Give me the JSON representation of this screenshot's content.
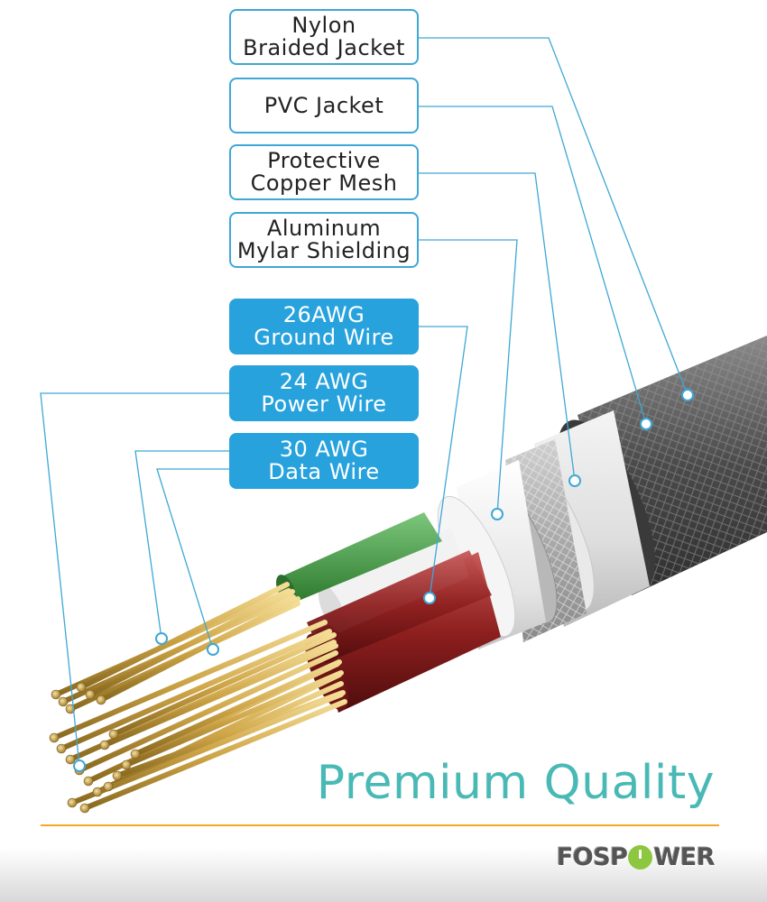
{
  "labels": {
    "nylon": [
      "Nylon",
      "Braided Jacket"
    ],
    "pvc": [
      "PVC Jacket"
    ],
    "copper_mesh": [
      "Protective",
      "Copper Mesh"
    ],
    "mylar": [
      "Aluminum",
      "Mylar Shielding"
    ],
    "ground": [
      "26AWG",
      "Ground Wire"
    ],
    "power": [
      "24 AWG",
      "Power Wire"
    ],
    "data": [
      "30 AWG",
      "Data Wire"
    ]
  },
  "tagline": "Premium Quality",
  "brand": {
    "left": "FOSP",
    "right": "WER",
    "glyph": "power-icon"
  },
  "colors": {
    "accent": "#27a2dc",
    "leader_line": "#3ea7d6",
    "tagline": "#49b9b5",
    "rule": "#f5a623",
    "braid": "#5a5a5a",
    "gold": "#d8b45a",
    "red_wire": "#8e1f1f",
    "green_wire": "#3c9a3c"
  }
}
